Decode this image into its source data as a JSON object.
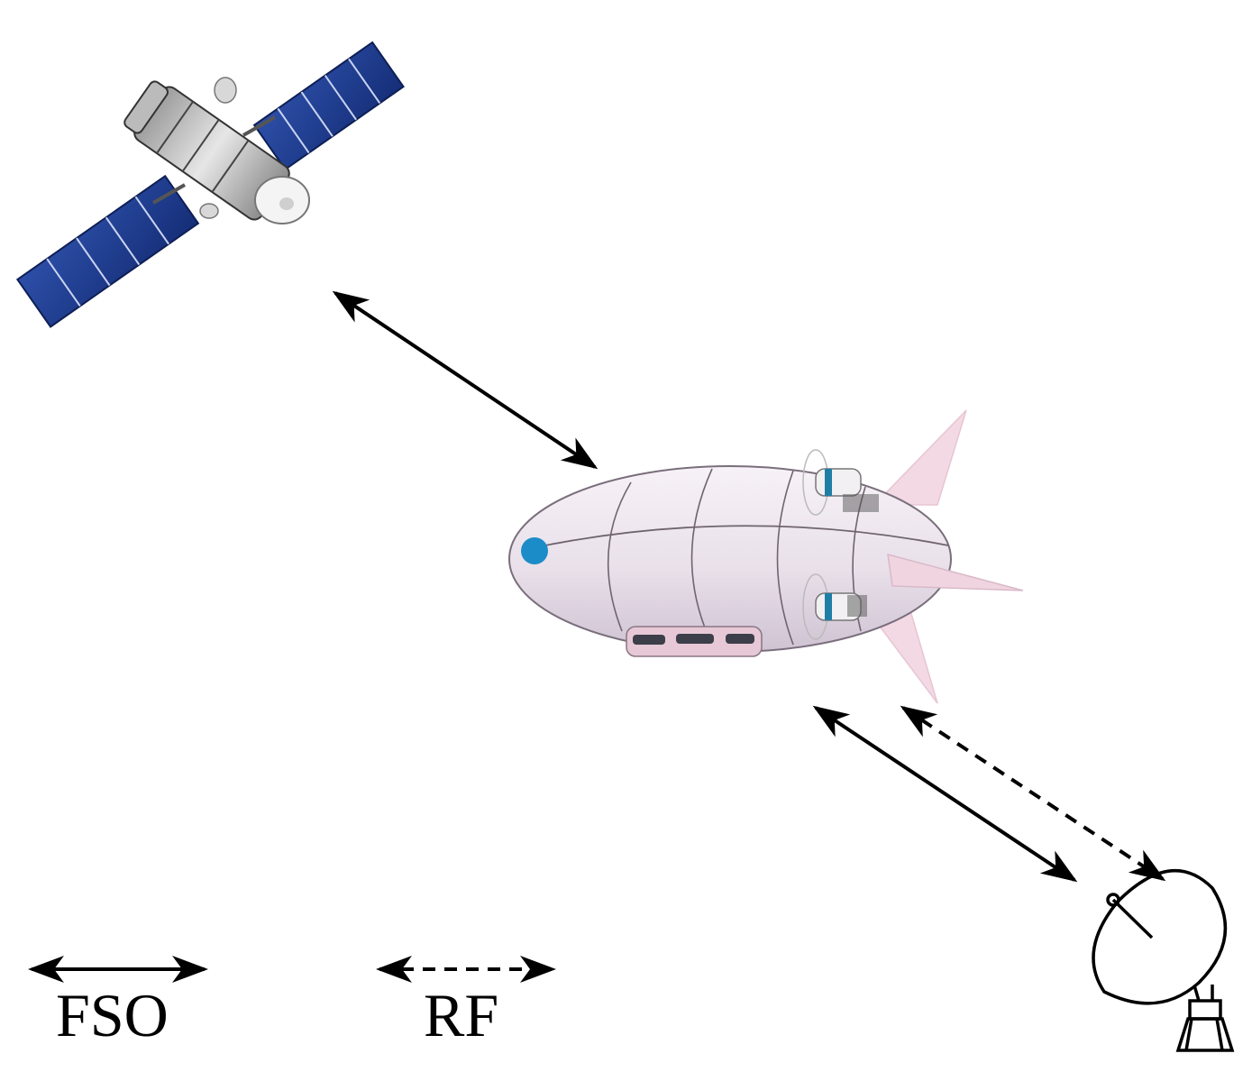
{
  "diagram": {
    "nodes": [
      {
        "id": "satellite",
        "icon": "satellite-icon"
      },
      {
        "id": "airship",
        "icon": "airship-icon"
      },
      {
        "id": "ground_station",
        "icon": "ground-station-dish-icon"
      }
    ],
    "links": [
      {
        "from": "satellite",
        "to": "airship",
        "type": "FSO",
        "style": "solid",
        "bidirectional": true
      },
      {
        "from": "airship",
        "to": "ground_station",
        "type": "FSO",
        "style": "solid",
        "bidirectional": true
      },
      {
        "from": "airship",
        "to": "ground_station",
        "type": "RF",
        "style": "dashed",
        "bidirectional": true
      }
    ]
  },
  "legend": {
    "fso": {
      "label": "FSO",
      "style": "solid"
    },
    "rf": {
      "label": "RF",
      "style": "dashed"
    }
  },
  "colors": {
    "arrow": "#000000",
    "solar_panel": "#1f3a8a",
    "airship_body": "#ece4ec",
    "airship_accent": "#1c8cc8",
    "fin": "#f3d9e4",
    "background": "#ffffff"
  }
}
